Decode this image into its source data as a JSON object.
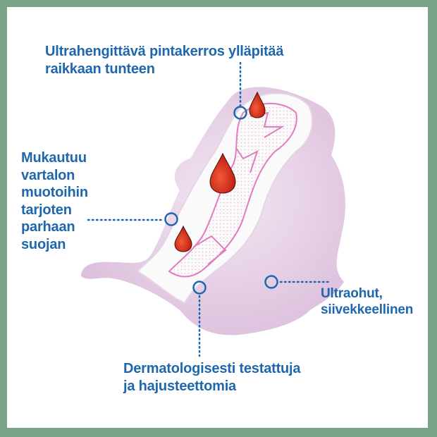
{
  "colors": {
    "frame": "#79a487",
    "text": "#1f67ad",
    "wing": "#e8d3e8",
    "drop": "#d9321f",
    "accent": "#e07cc0"
  },
  "labels": {
    "top": [
      "Ultrahengittävä pintakerros ylläpitää",
      "raikkaan tunteen"
    ],
    "left": [
      "Mukautuu",
      "vartalon",
      "muotoihin",
      "tarjoten",
      "parhaan",
      "suojan"
    ],
    "right": [
      "Ultraohut,",
      "siivekkeellinen"
    ],
    "bottom": [
      "Dermatologisesti testattuja",
      "ja hajusteettomia"
    ]
  }
}
